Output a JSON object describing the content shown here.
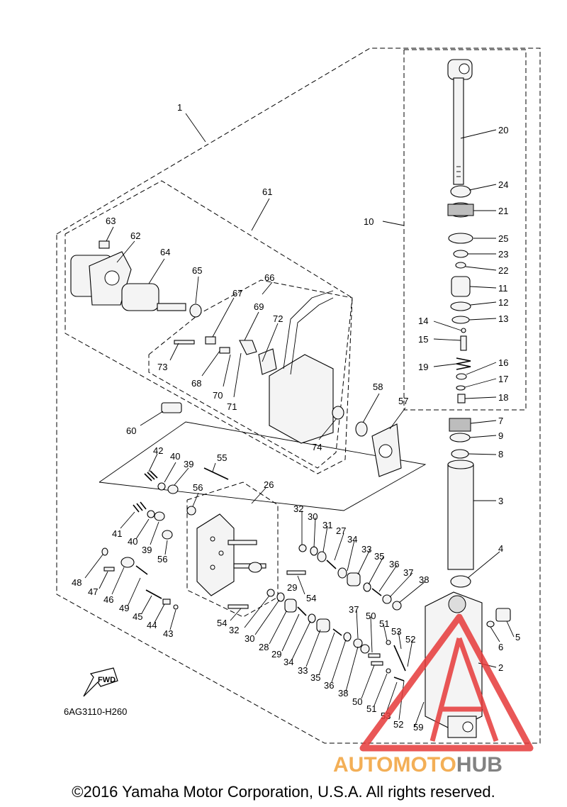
{
  "diagram": {
    "code": "6AG3110-H260",
    "direction_label": "FWD",
    "callouts": [
      "1",
      "2",
      "3",
      "4",
      "5",
      "6",
      "7",
      "8",
      "9",
      "10",
      "11",
      "12",
      "13",
      "14",
      "15",
      "16",
      "17",
      "18",
      "19",
      "20",
      "21",
      "22",
      "23",
      "24",
      "25",
      "26",
      "27",
      "28",
      "29",
      "30",
      "31",
      "32",
      "33",
      "34",
      "35",
      "36",
      "37",
      "38",
      "39",
      "40",
      "41",
      "42",
      "43",
      "44",
      "45",
      "46",
      "47",
      "48",
      "49",
      "50",
      "51",
      "52",
      "53",
      "54",
      "55",
      "56",
      "57",
      "58",
      "59",
      "60",
      "61",
      "62",
      "63",
      "64",
      "65",
      "66",
      "67",
      "68",
      "69",
      "70",
      "71",
      "72",
      "73",
      "74"
    ]
  },
  "footer": {
    "copyright": "©2016 Yamaha Motor Corporation, U.S.A. All rights reserved."
  },
  "watermark": {
    "brand_part1": "AUTOMOTO",
    "brand_part2": "HUB",
    "color_primary": "#f2a23a",
    "color_secondary": "#6d6d6d",
    "triangle_color": "#e63a3a"
  }
}
